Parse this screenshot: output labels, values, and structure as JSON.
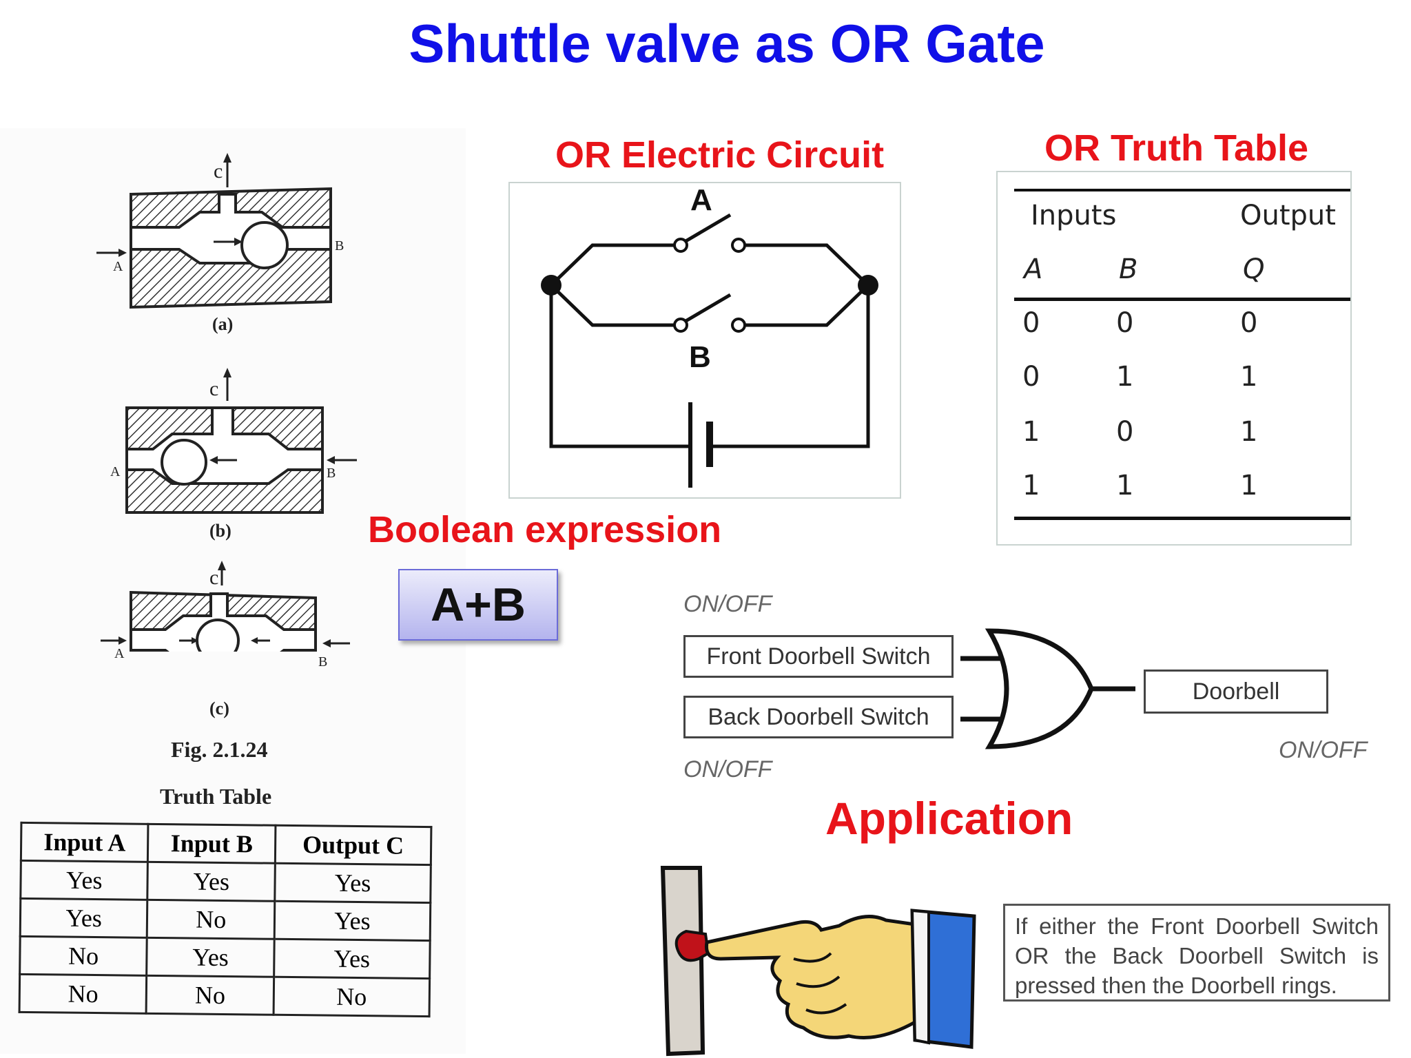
{
  "title": "Shuttle valve as OR Gate",
  "shuttle_figure": {
    "port_labels": {
      "c": "c",
      "a": "A",
      "b": "B"
    },
    "sub_captions": [
      "(a)",
      "(b)",
      "(c)"
    ],
    "fig_caption": "Fig. 2.1.24",
    "table_caption": "Truth Table",
    "truth_table": {
      "headers": [
        "Input A",
        "Input B",
        "Output C"
      ],
      "rows": [
        [
          "Yes",
          "Yes",
          "Yes"
        ],
        [
          "Yes",
          "No",
          "Yes"
        ],
        [
          "No",
          "Yes",
          "Yes"
        ],
        [
          "No",
          "No",
          "No"
        ]
      ]
    }
  },
  "circuit": {
    "heading": "OR Electric Circuit",
    "switch_a_label": "A",
    "switch_b_label": "B"
  },
  "or_truth_table": {
    "heading": "OR Truth Table",
    "inputs_label": "Inputs",
    "output_label": "Output",
    "columns": [
      "A",
      "B",
      "Q"
    ],
    "rows": [
      [
        "0",
        "0",
        "0"
      ],
      [
        "0",
        "1",
        "1"
      ],
      [
        "1",
        "0",
        "1"
      ],
      [
        "1",
        "1",
        "1"
      ]
    ]
  },
  "boolean": {
    "heading": "Boolean expression",
    "expression": "A+B"
  },
  "application": {
    "heading": "Application",
    "onoff_top": "ON/OFF",
    "onoff_bottom": "ON/OFF",
    "onoff_output": "ON/OFF",
    "front_switch": "Front Doorbell Switch",
    "back_switch": "Back Doorbell Switch",
    "output": "Doorbell",
    "note": "If either the Front Doorbell Switch OR the Back Doorbell Switch is pressed then the Doorbell rings."
  },
  "colors": {
    "title": "#1010e8",
    "heading": "#e8141a"
  }
}
